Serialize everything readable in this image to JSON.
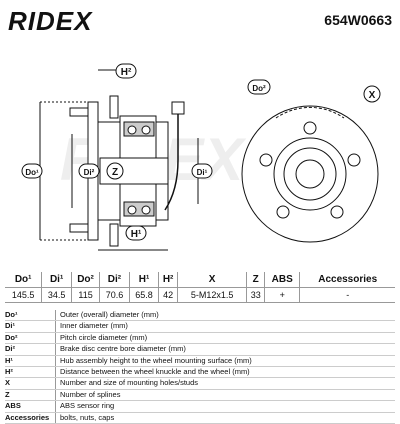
{
  "header": {
    "brand": "RIDEX",
    "part_number": "654W0663"
  },
  "drawing_labels": {
    "h2": "H²",
    "do1": "Do¹",
    "di2": "Di²",
    "z": "Z",
    "di1": "Di¹",
    "h1": "H¹",
    "do2": "Do²",
    "x": "X",
    "watermark": "RIDEX"
  },
  "table": {
    "headers": [
      "Do¹",
      "Di¹",
      "Do²",
      "Di²",
      "H¹",
      "H²",
      "X",
      "Z",
      "ABS",
      "Accessories"
    ],
    "values": [
      "145.5",
      "34.5",
      "115",
      "70.6",
      "65.8",
      "42",
      "5-M12x1.5",
      "33",
      "+",
      "-"
    ]
  },
  "legend": [
    {
      "key": "Do¹",
      "desc": "Outer (overall) diameter (mm)"
    },
    {
      "key": "Di¹",
      "desc": "Inner diameter (mm)"
    },
    {
      "key": "Do²",
      "desc": "Pitch circle diameter (mm)"
    },
    {
      "key": "Di²",
      "desc": "Brake disc centre bore diameter (mm)"
    },
    {
      "key": "H¹",
      "desc": "Hub assembly height to the wheel mounting surface (mm)"
    },
    {
      "key": "H²",
      "desc": "Distance between the wheel knuckle and the wheel (mm)"
    },
    {
      "key": "X",
      "desc": "Number and size of mounting holes/studs"
    },
    {
      "key": "Z",
      "desc": "Number of splines"
    },
    {
      "key": "ABS",
      "desc": "ABS sensor ring"
    },
    {
      "key": "Accessories",
      "desc": "bolts, nuts, caps"
    }
  ]
}
